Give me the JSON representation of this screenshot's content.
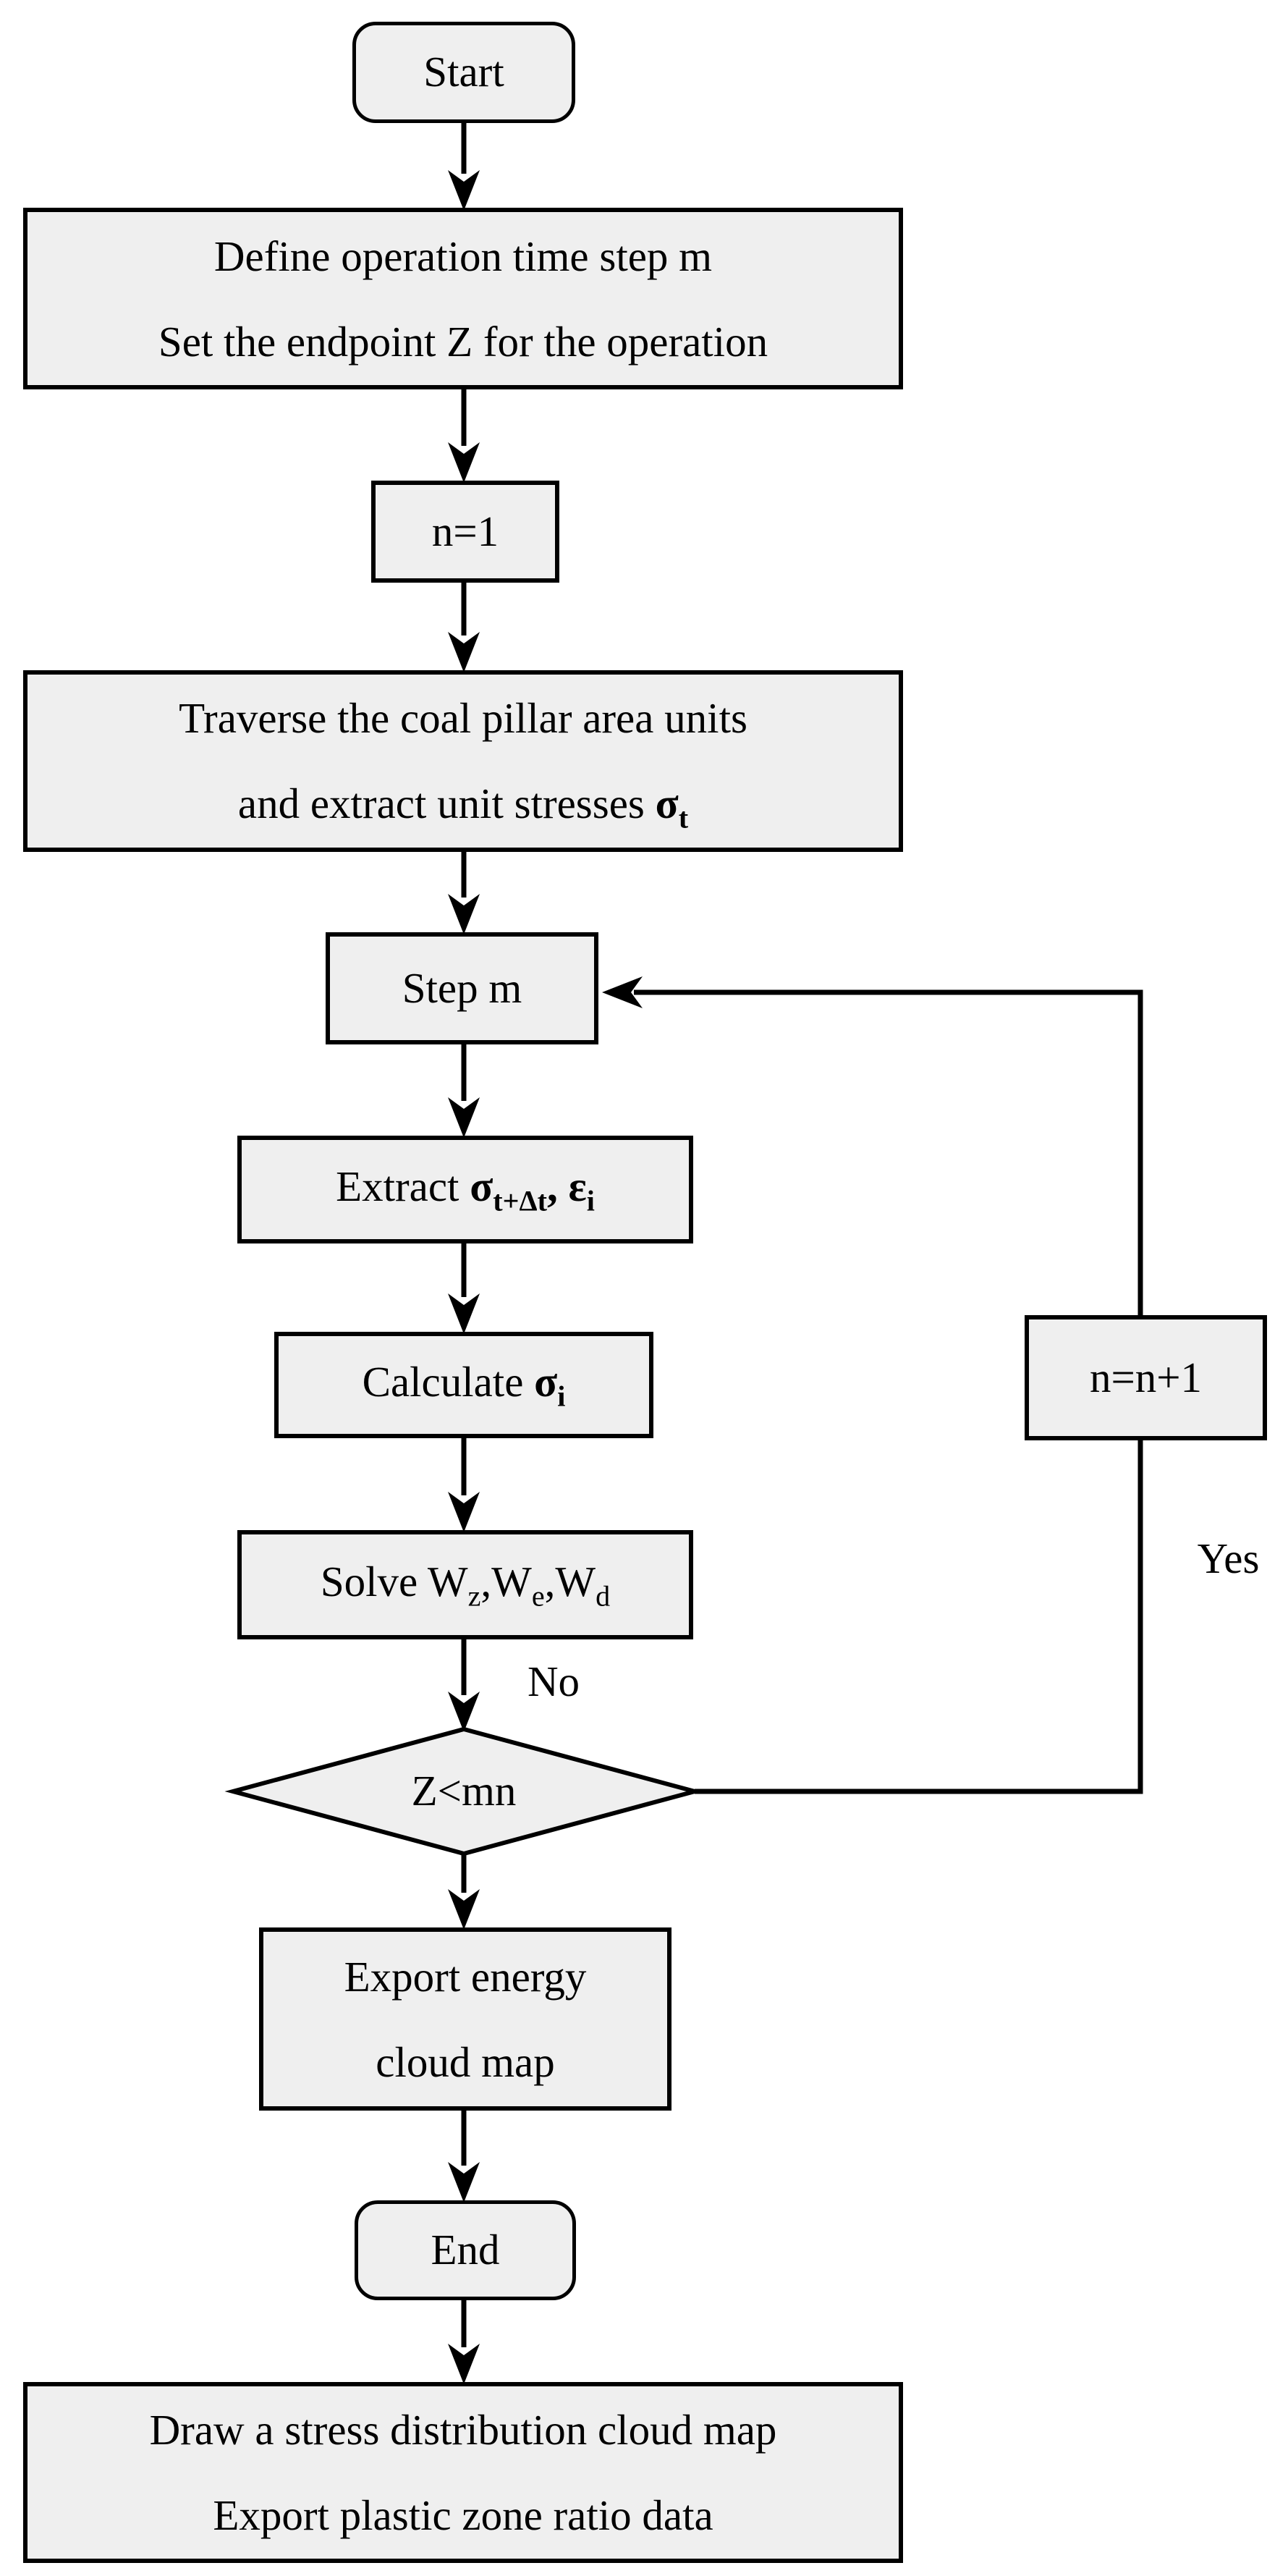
{
  "palette": {
    "node_fill": "#efefef",
    "line_color": "#000000",
    "background": "#ffffff"
  },
  "flowchart": {
    "nodes": {
      "start": {
        "shape": "rounded",
        "label": "Start"
      },
      "define": {
        "shape": "process",
        "lines": [
          "Define operation time step m",
          "Set the endpoint Z for the operation"
        ]
      },
      "n1": {
        "shape": "process",
        "label": "n=1"
      },
      "traverse": {
        "shape": "process",
        "line1": "Traverse the coal pillar area units",
        "line2_parts": [
          {
            "t": "and extract unit stresses "
          },
          {
            "t": "σ",
            "bold": true
          },
          {
            "t": "t",
            "bold": true,
            "sub": true
          }
        ]
      },
      "step_m": {
        "shape": "process",
        "label": "Step m"
      },
      "extract": {
        "shape": "process",
        "parts": [
          {
            "t": "Extract "
          },
          {
            "t": "σ",
            "bold": true
          },
          {
            "t": "t+Δt",
            "bold": true,
            "sub": true
          },
          {
            "t": ",",
            "bold": true
          },
          {
            "t": " "
          },
          {
            "t": "ε",
            "bold": true
          },
          {
            "t": "i",
            "bold": true,
            "sub": true
          }
        ]
      },
      "calculate": {
        "shape": "process",
        "parts": [
          {
            "t": "Calculate "
          },
          {
            "t": "σ",
            "bold": true
          },
          {
            "t": "i",
            "bold": true,
            "sub": true
          }
        ]
      },
      "solve": {
        "shape": "process",
        "parts": [
          {
            "t": "Solve W"
          },
          {
            "t": "z",
            "sub": true
          },
          {
            "t": ","
          },
          {
            "t": "W"
          },
          {
            "t": "e",
            "sub": true
          },
          {
            "t": ","
          },
          {
            "t": "W"
          },
          {
            "t": "d",
            "sub": true
          }
        ]
      },
      "decision": {
        "shape": "diamond",
        "label": "Z<mn"
      },
      "export": {
        "shape": "process",
        "lines": [
          "Export energy",
          "cloud map"
        ]
      },
      "end": {
        "shape": "rounded",
        "label": "End"
      },
      "draw": {
        "shape": "process",
        "lines": [
          "Draw a stress distribution cloud map",
          "Export plastic zone ratio data"
        ]
      },
      "increment": {
        "shape": "process",
        "label": "n=n+1"
      }
    },
    "edge_labels": {
      "no": "No",
      "yes": "Yes"
    }
  }
}
